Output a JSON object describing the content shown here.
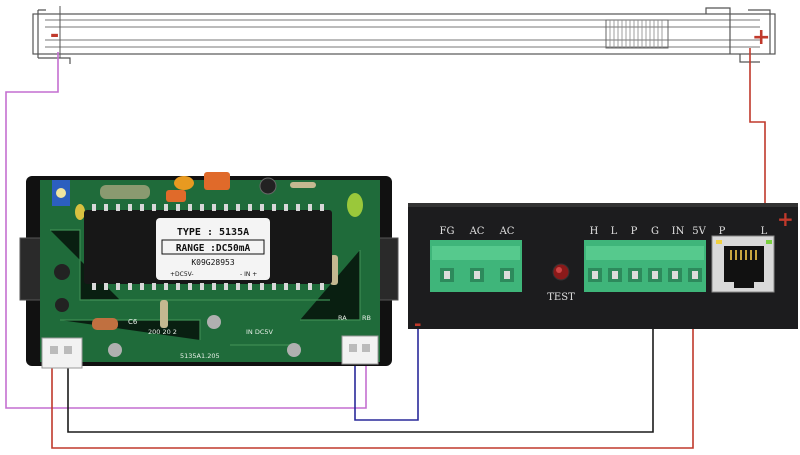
{
  "tube": {
    "neg_label": "-",
    "pos_label": "+"
  },
  "meter": {
    "type_label": "TYPE  :  5135A",
    "range_label": "RANGE  :DC50mA",
    "serial": "K09G28953",
    "dc_label": "+DC5V-",
    "in_label": "- IN +",
    "c6_label": "C6",
    "range_marks": "200  20  2",
    "in_dc_label": "IN  DC5V",
    "model_label": "5135A1.205",
    "ra_label": "RA",
    "rb_label": "RB"
  },
  "psu": {
    "fg": "FG",
    "ac1": "AC",
    "ac2": "AC",
    "test": "TEST",
    "h": "H",
    "l": "L",
    "p": "P",
    "g": "G",
    "in": "IN",
    "v5": "5V",
    "p2": "P",
    "l2": "L",
    "neg_label": "-",
    "pos_label": "+"
  },
  "colors": {
    "wire_purple": "#c46fd0",
    "wire_red": "#c0392b",
    "wire_black": "#1a1a1a",
    "wire_blue": "#2a2a9a",
    "pcb_green": "#1f6b3a",
    "terminal_green": "#3fb57a",
    "psu_body": "#1c1c1e"
  }
}
